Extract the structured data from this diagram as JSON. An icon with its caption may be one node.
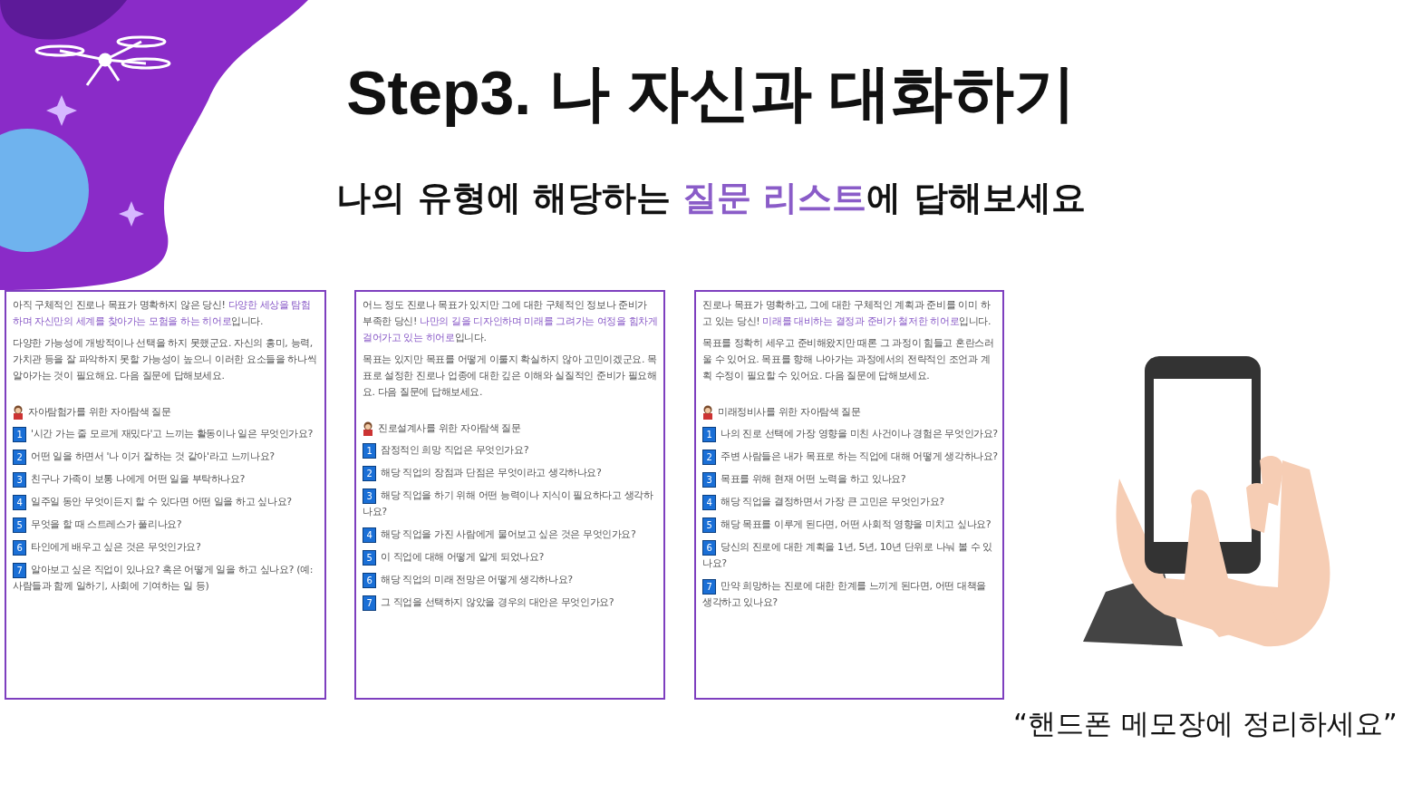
{
  "diagram": {
    "title": "Step3. 나 자신과 대화하기",
    "nodes": [
      {
        "text": [
          "아직 구체적인 진로나 목표가 명확하지 않은 당신! **다양한 세상을 탐험하며 자신만의 세계를 찾아가는 모험을 하는 히어로**입니다.",
          "다양한 가능성에 개방적이나 선택을 하지 못했군요. 자신의 흥미, 능력, 가치관 등을 잘 파악하지 못할 가능성이 높으니 이러한 요소들을 하나씩 알아가는 것이 필요해요. 다음 질문에 답해보세요.",
          "자아탐험가를 위한 자아탐색 질문",
          "1 '시간 가는 줄 모르게 재밌다'고 느끼는 활동이나 일은 무엇인가요?",
          "2 어떤 일을 하면서 '나 이거 잘하는 것 같아'라고 느끼나요?",
          "3 친구나 가족이 보통 나에게 어떤 일을 부탁하나요?",
          "4 일주일 동안 무엇이든지 할 수 있다면 어떤 일을 하고 싶나요?",
          "5 무엇을 할 때 스트레스가 풀리나요?",
          "6 타인에게 배우고 싶은 것은 무엇인가요?",
          "7 알아보고 싶은 직업이 있나요? 혹은 어떻게 일을 하고 싶나요? (예: 사람들과 함께 일하기, 사회에 기여하는 일 등)"
        ]
      },
      {
        "text": [
          "어느 정도 진로나 목표가 있지만 그에 대한 구체적인 정보나 준비가 부족한 당신! **나만의 길을 디자인하며 미래를 그려가는 여정을 힘차게 걸어가고 있는 히어로**입니다.",
          "목표는 있지만 목표를 어떻게 이룰지 확실하지 않아 고민이겠군요. 목표로 설정한 진로나 업종에 대한 깊은 이해와 실질적인 준비가 필요해요. 다음 질문에 답해보세요.",
          "진로설계사를 위한 자아탐색 질문",
          "1 잠정적인 희망 직업은 무엇인가요?",
          "2 해당 직업의 장점과 단점은 무엇이라고 생각하나요?",
          "3 해당 직업을 하기 위해 어떤 능력이나 지식이 필요하다고 생각하나요?",
          "4 해당 직업을 가진 사람에게 물어보고 싶은 것은 무엇인가요?",
          "5 이 직업에 대해 어떻게 알게 되었나요?",
          "6 해당 직업의 미래 전망은 어떻게 생각하나요?",
          "7 그 직업을 선택하지 않았을 경우의 대안은 무엇인가요?"
        ]
      },
      {
        "text": [
          "진로나 목표가 명확하고, 그에 대한 구체적인 계획과 준비를 이미 하고 있는 당신! **미래를 대비하는 결정과 준비가 철저한 히어로**입니다.",
          "목표를 정확히 세우고 준비해왔지만 때론 그 과정이 힘들고 혼란스러울 수 있어요. 목표를 향해 나아가는 과정에서의 전략적인 조언과 계획 수정이 필요할 수 있어요. 다음 질문에 답해보세요.",
          "미래정비사를 위한 자아탐색 질문",
          "1 나의 진로 선택에 가장 영향을 미친 사건이나 경험은 무엇인가요?",
          "2 주변 사람들은 내가 목표로 하는 직업에 대해 어떻게 생각하나요?",
          "3 목표를 위해 현재 어떤 노력을 하고 있나요?",
          "4 해당 직업을 결정하면서 가장 큰 고민은 무엇인가요?",
          "5 해당 목표를 이루게 된다면, 어떤 사회적 영향을 미치고 싶나요?",
          "6 당신의 진로에 대한 계획을 1년, 5년, 10년 단위로 나눠 볼 수 있나요?",
          "7 만약 희망하는 진로에 대한 한계를 느끼게 된다면, 어떤 대책을 생각하고 있나요?"
        ]
      },
      {
        "text": [],
        "shape": "picture"
      }
    ],
    "labels": [
      "나의 유형에 해당하는 **질문 리스트**에 답해보세요",
      "“핸드폰 메모장에 정리하세요”"
    ]
  }
}
